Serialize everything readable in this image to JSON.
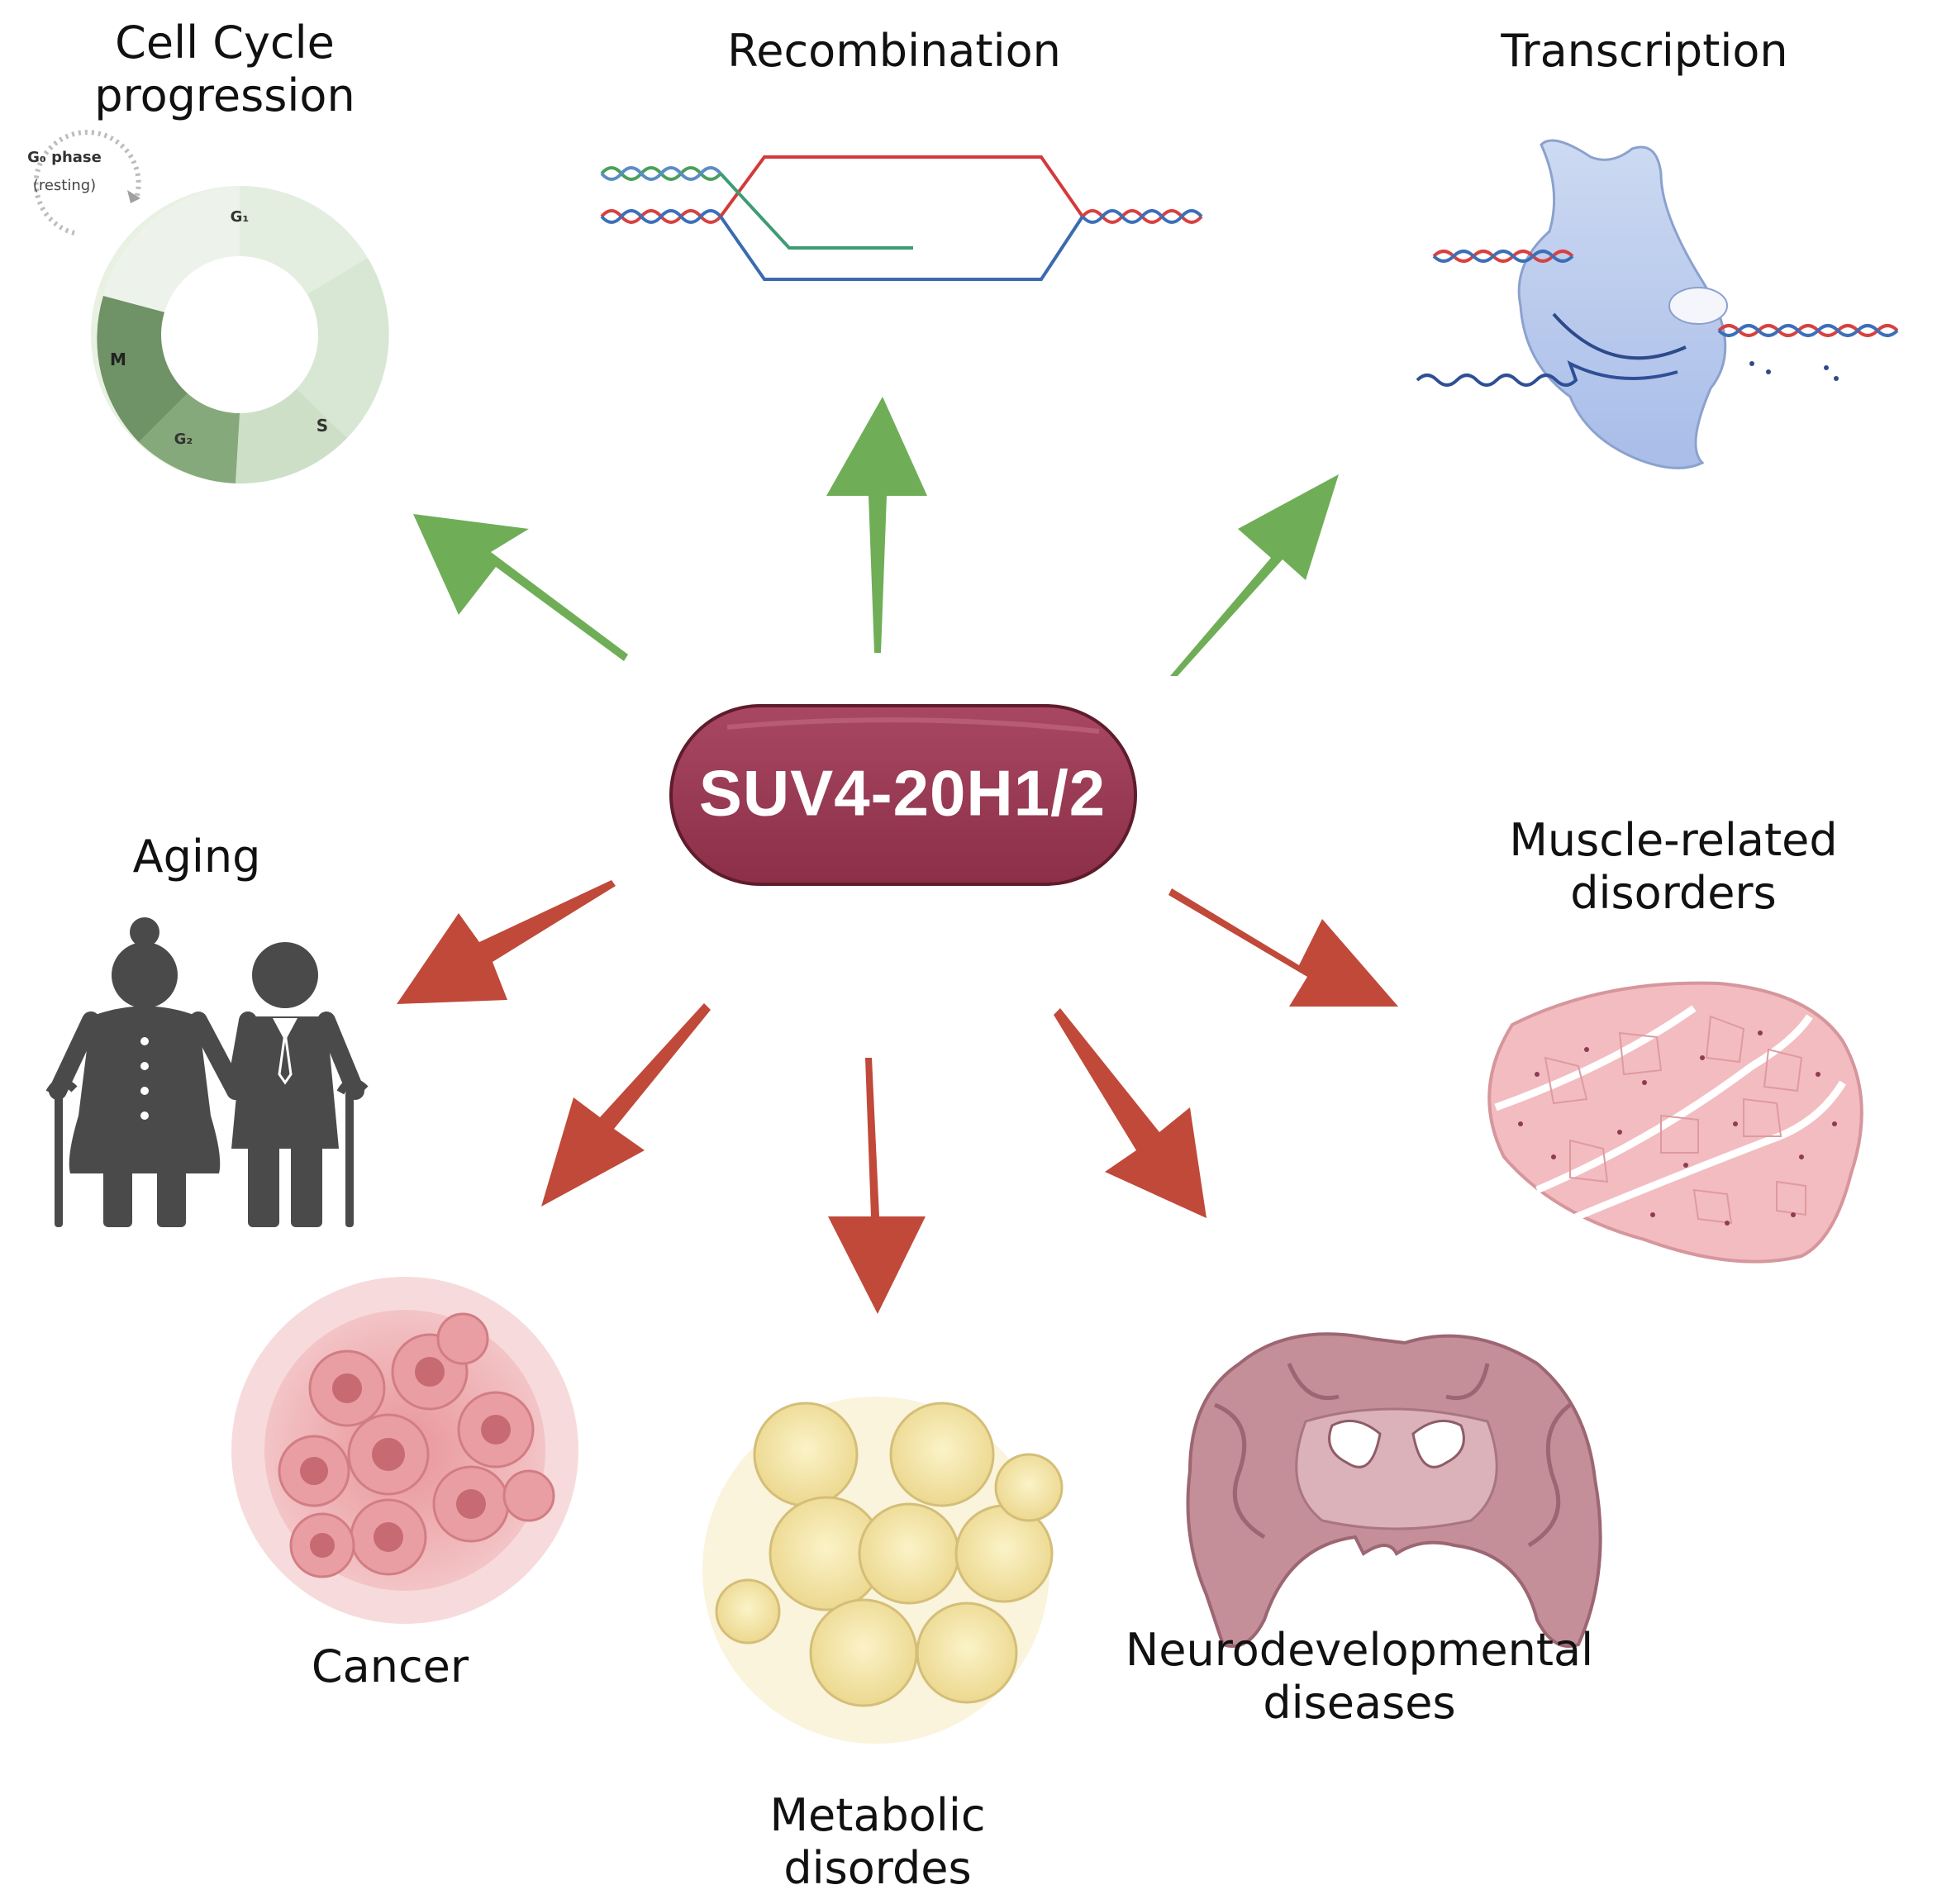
{
  "hub": {
    "label": "SUV4-20H1/2",
    "color": "#9c3a52"
  },
  "upregulated": {
    "arrow_color": "#6fae57",
    "items": [
      {
        "label_lines": [
          "Cell Cycle",
          "progression"
        ]
      },
      {
        "label_lines": [
          "Recombination"
        ]
      },
      {
        "label_lines": [
          "Transcription"
        ]
      }
    ]
  },
  "diseases": {
    "arrow_color": "#c0493a",
    "items": [
      {
        "label_lines": [
          "Aging"
        ]
      },
      {
        "label_lines": [
          "Cancer"
        ]
      },
      {
        "label_lines": [
          "Metabolic",
          "disordes"
        ]
      },
      {
        "label_lines": [
          "Neurodevelopmental",
          "diseases"
        ]
      },
      {
        "label_lines": [
          "Muscle-related",
          "disorders"
        ]
      }
    ]
  },
  "cell_cycle_phases": {
    "g0": [
      "G₀ phase",
      "(resting)"
    ],
    "g1": "G₁",
    "s": "S",
    "g2": "G₂",
    "m": "M"
  }
}
